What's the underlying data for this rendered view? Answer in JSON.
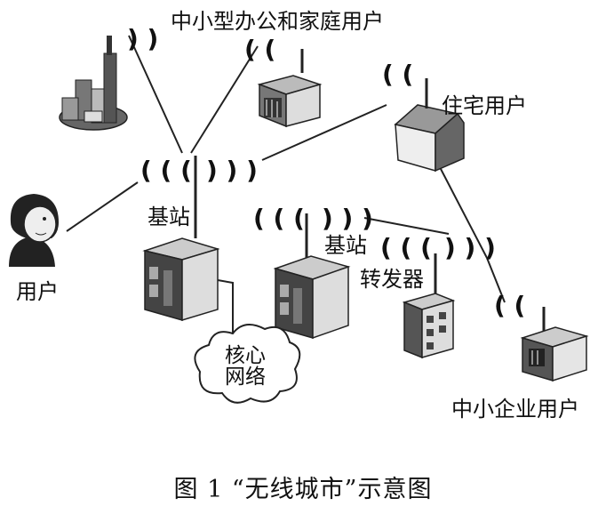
{
  "labels": {
    "soho": "中小型办公和家庭用户",
    "residential": "住宅用户",
    "user": "用户",
    "base_station_1": "基站",
    "base_station_2": "基站",
    "repeater": "转发器",
    "core_network_line1": "核心",
    "core_network_line2": "网络",
    "sme": "中小企业用户"
  },
  "caption": "图 1 “无线城市”示意图",
  "icons": {
    "enterprise_building": "skyscraper-cluster-icon",
    "soho_office": "office-building-icon",
    "house": "house-icon",
    "person": "person-icon",
    "base_station": "server-tower-icon",
    "repeater": "apartment-building-icon",
    "core_network": "cloud-icon",
    "sme_office": "small-office-icon",
    "wireless_signal": "signal-wave-icon"
  },
  "colors": {
    "line": "#222222",
    "shade_dark": "#555555",
    "shade_mid": "#8a8a8a",
    "shade_light": "#d9d9d9"
  }
}
